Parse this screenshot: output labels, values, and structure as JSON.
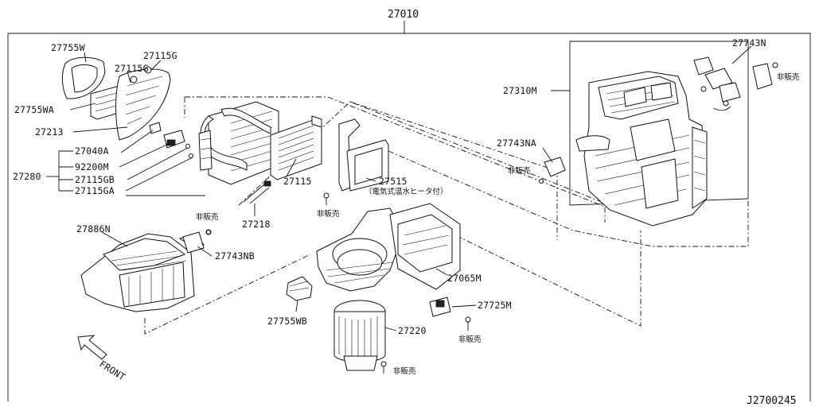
{
  "diagram": {
    "assembly_label": "27010",
    "reference_code": "J2700245",
    "front_label": "FRONT",
    "parts": [
      {
        "id": "p-27755w",
        "label": "27755W"
      },
      {
        "id": "p-27115g-a",
        "label": "27115G"
      },
      {
        "id": "p-27115g-b",
        "label": "27115G"
      },
      {
        "id": "p-27755wa",
        "label": "27755WA"
      },
      {
        "id": "p-27213",
        "label": "27213"
      },
      {
        "id": "p-27040a",
        "label": "27040A"
      },
      {
        "id": "p-92200m",
        "label": "92200M"
      },
      {
        "id": "p-27115gb",
        "label": "27115GB"
      },
      {
        "id": "p-27115ga",
        "label": "27115GA"
      },
      {
        "id": "p-27280",
        "label": "27280"
      },
      {
        "id": "p-27115",
        "label": "27115"
      },
      {
        "id": "p-27218",
        "label": "27218"
      },
      {
        "id": "p-27515",
        "label": "27515"
      },
      {
        "id": "p-27310m",
        "label": "27310M"
      },
      {
        "id": "p-27743n",
        "label": "27743N"
      },
      {
        "id": "p-27743na",
        "label": "27743NA"
      },
      {
        "id": "p-27886n",
        "label": "27886N"
      },
      {
        "id": "p-27743nb",
        "label": "27743NB"
      },
      {
        "id": "p-27065m",
        "label": "27065M"
      },
      {
        "id": "p-27725m",
        "label": "27725M"
      },
      {
        "id": "p-27755wb",
        "label": "27755WB"
      },
      {
        "id": "p-27220",
        "label": "27220"
      }
    ],
    "notes": {
      "not_for_sale": "非販売",
      "electric_heater": "（電気式温水ヒータ付）"
    }
  }
}
